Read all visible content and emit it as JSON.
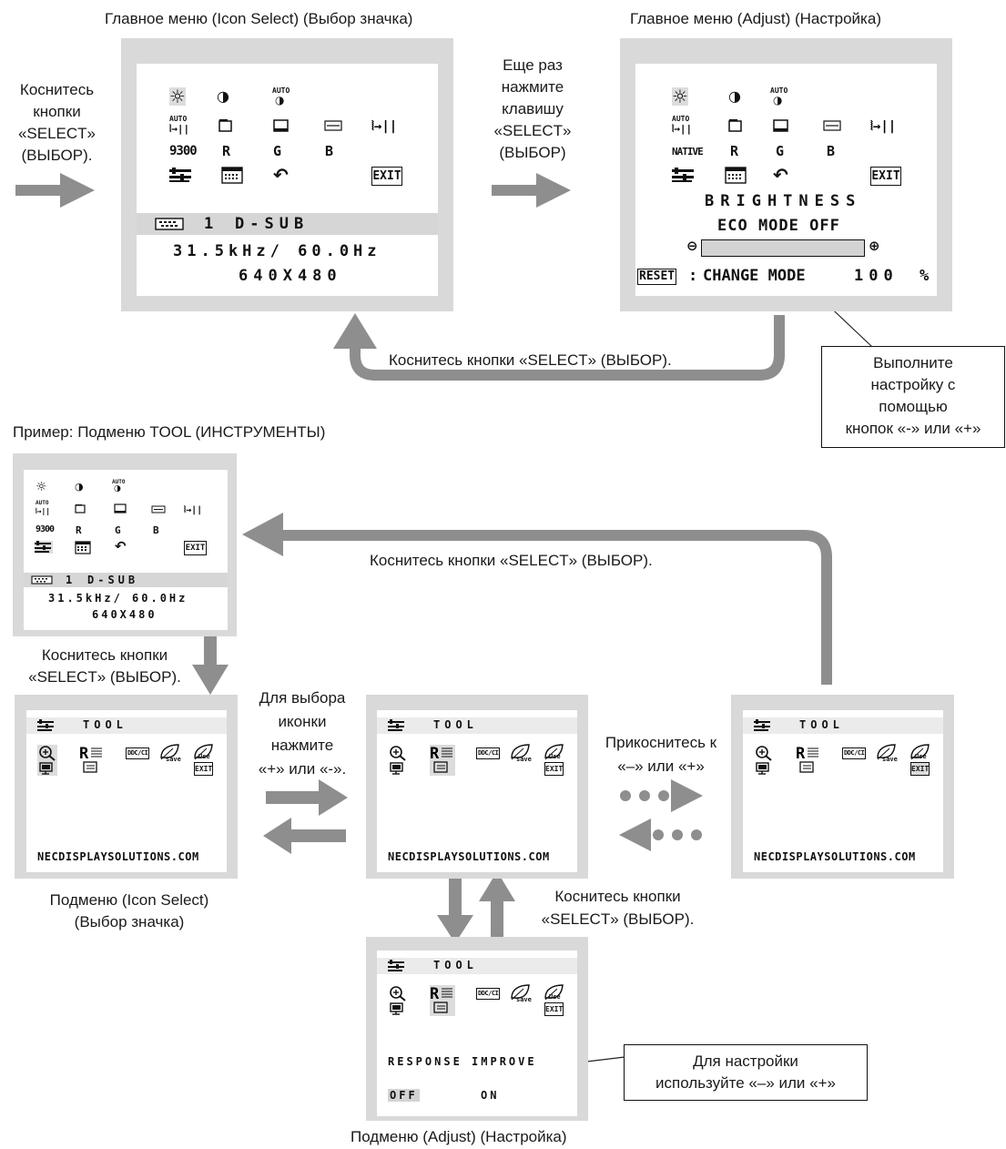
{
  "captions": {
    "main_icon_select_title": "Главное меню (Icon Select) (Выбор значка)",
    "main_adjust_title": "Главное меню (Adjust) (Настройка)",
    "touch_select_left": [
      "Коснитесь",
      "кнопки",
      "«SELECT»",
      "(ВЫБОР)."
    ],
    "press_again": [
      "Еще раз",
      "нажмите",
      "клавишу",
      "«SELECT»",
      "(ВЫБОР)"
    ],
    "touch_select_return": "Коснитесь кнопки «SELECT» (ВЫБОР).",
    "callout_adjust": [
      "Выполните",
      "настройку с",
      "помощью",
      "кнопок «-» или «+»"
    ],
    "example_tool": "Пример: Подменю TOOL (ИНСТРУМЕНТЫ)",
    "touch_select_top": "Коснитесь кнопки «SELECT» (ВЫБОР).",
    "touch_select_down": [
      "Коснитесь кнопки",
      "«SELECT» (ВЫБОР)."
    ],
    "choose_icon": [
      "Для выбора",
      "иконки",
      "нажмите",
      "«+» или «-»."
    ],
    "press_to": [
      "Прикоснитесь к",
      "«–» или «+»"
    ],
    "submenu_icon_select": [
      "Подменю (Icon Select)",
      "(Выбор значка)"
    ],
    "touch_select_bottom": [
      "Коснитесь кнопки",
      "«SELECT» (ВЫБОР)."
    ],
    "callout_response": [
      "Для настройки",
      "используйте «–» или «+»"
    ],
    "submenu_adjust": "Подменю (Adjust) (Настройка)"
  },
  "osd": {
    "auto": "AUTO",
    "preset_9300": "9300",
    "native": "NATIVE",
    "r": "R",
    "g": "G",
    "b": "B",
    "exit": "EXIT",
    "input_num": "1",
    "input_name": "D-SUB",
    "freq": "31.5kHz/ 60.0Hz",
    "resolution": "640X480",
    "brightness": "BRIGHTNESS",
    "eco_mode": "ECO MODE OFF",
    "reset": "RESET",
    "colon": ":",
    "change_mode": "CHANGE MODE",
    "brightness_value": "100",
    "percent": "%",
    "brightness_level": 1.0,
    "tool": "TOOL",
    "ddcci": "DDC/CI",
    "save": "save",
    "use": "Use",
    "url": "NECDISPLAYSOLUTIONS.COM",
    "response_improve": "RESPONSE IMPROVE",
    "off": "OFF",
    "on": "ON"
  },
  "colors": {
    "arrow": "#8e8e8e",
    "frame": "#d9d9d9",
    "highlight": "#d6d6d6"
  }
}
